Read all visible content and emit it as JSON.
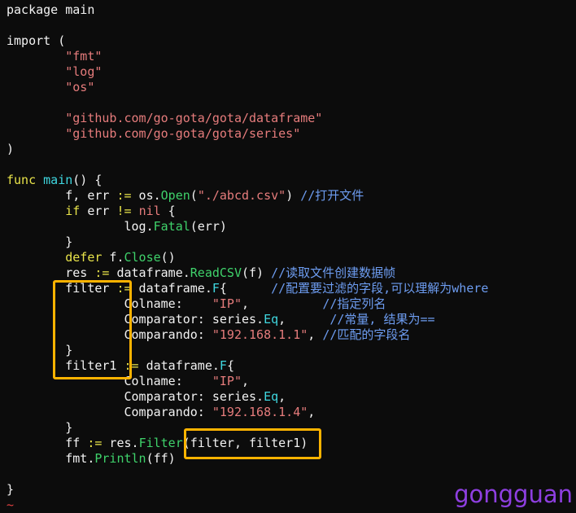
{
  "code_lines": [
    [
      [
        "p",
        "package main"
      ]
    ],
    [],
    [
      [
        "p",
        "import ("
      ]
    ],
    [
      [
        "p",
        "\t"
      ],
      [
        "s",
        "\"fmt\""
      ]
    ],
    [
      [
        "p",
        "\t"
      ],
      [
        "s",
        "\"log\""
      ]
    ],
    [
      [
        "p",
        "\t"
      ],
      [
        "s",
        "\"os\""
      ]
    ],
    [],
    [
      [
        "p",
        "\t"
      ],
      [
        "s",
        "\"github.com/go-gota/gota/dataframe\""
      ]
    ],
    [
      [
        "p",
        "\t"
      ],
      [
        "s",
        "\"github.com/go-gota/gota/series\""
      ]
    ],
    [
      [
        "p",
        ")"
      ]
    ],
    [],
    [
      [
        "k",
        "func "
      ],
      [
        "f",
        "main"
      ],
      [
        "p",
        "() {"
      ]
    ],
    [
      [
        "p",
        "\tf, err "
      ],
      [
        "o",
        ":="
      ],
      [
        "p",
        " os."
      ],
      [
        "m",
        "Open"
      ],
      [
        "p",
        "("
      ],
      [
        "s",
        "\"./abcd.csv\""
      ],
      [
        "p",
        ") "
      ],
      [
        "c",
        "//打开文件"
      ]
    ],
    [
      [
        "p",
        "\t"
      ],
      [
        "k",
        "if"
      ],
      [
        "p",
        " err "
      ],
      [
        "o",
        "!="
      ],
      [
        "p",
        " "
      ],
      [
        "n",
        "nil"
      ],
      [
        "p",
        " {"
      ]
    ],
    [
      [
        "p",
        "\t\tlog."
      ],
      [
        "m",
        "Fatal"
      ],
      [
        "p",
        "(err)"
      ]
    ],
    [
      [
        "p",
        "\t}"
      ]
    ],
    [
      [
        "p",
        "\t"
      ],
      [
        "k",
        "defer"
      ],
      [
        "p",
        " f."
      ],
      [
        "m",
        "Close"
      ],
      [
        "p",
        "()"
      ]
    ],
    [
      [
        "p",
        "\tres "
      ],
      [
        "o",
        ":="
      ],
      [
        "p",
        " dataframe."
      ],
      [
        "m",
        "ReadCSV"
      ],
      [
        "p",
        "(f) "
      ],
      [
        "c",
        "//读取文件创建数据帧"
      ]
    ],
    [
      [
        "p",
        "\tfilter "
      ],
      [
        "o",
        ":="
      ],
      [
        "p",
        " dataframe."
      ],
      [
        "f",
        "F"
      ],
      [
        "p",
        "{      "
      ],
      [
        "c",
        "//配置要过滤的字段,可以理解为where"
      ]
    ],
    [
      [
        "p",
        "\t\tColname:    "
      ],
      [
        "s",
        "\"IP\""
      ],
      [
        "p",
        ",          "
      ],
      [
        "c",
        "//指定列名"
      ]
    ],
    [
      [
        "p",
        "\t\tComparator: series."
      ],
      [
        "f",
        "Eq"
      ],
      [
        "p",
        ",      "
      ],
      [
        "c",
        "//常量, 结果为=="
      ]
    ],
    [
      [
        "p",
        "\t\tComparando: "
      ],
      [
        "s",
        "\"192.168.1.1\""
      ],
      [
        "p",
        ", "
      ],
      [
        "c",
        "//匹配的字段名"
      ]
    ],
    [
      [
        "p",
        "\t}"
      ]
    ],
    [
      [
        "p",
        "\tfilter1 "
      ],
      [
        "o",
        ":="
      ],
      [
        "p",
        " dataframe."
      ],
      [
        "f",
        "F"
      ],
      [
        "p",
        "{"
      ]
    ],
    [
      [
        "p",
        "\t\tColname:    "
      ],
      [
        "s",
        "\"IP\""
      ],
      [
        "p",
        ","
      ]
    ],
    [
      [
        "p",
        "\t\tComparator: series."
      ],
      [
        "f",
        "Eq"
      ],
      [
        "p",
        ","
      ]
    ],
    [
      [
        "p",
        "\t\tComparando: "
      ],
      [
        "s",
        "\"192.168.1.4\""
      ],
      [
        "p",
        ","
      ]
    ],
    [
      [
        "p",
        "\t}"
      ]
    ],
    [
      [
        "p",
        "\tff "
      ],
      [
        "o",
        ":="
      ],
      [
        "p",
        " res."
      ],
      [
        "m",
        "Filter"
      ],
      [
        "p",
        "(filter, filter1)"
      ]
    ],
    [
      [
        "p",
        "\tfmt."
      ],
      [
        "m",
        "Println"
      ],
      [
        "p",
        "(ff)"
      ]
    ],
    [],
    [
      [
        "p",
        "}"
      ]
    ],
    [
      [
        "t",
        "~"
      ]
    ]
  ],
  "watermark": "gongguan",
  "colors": {
    "highlight_box": "#ffb300",
    "watermark": "#8e3fe0"
  }
}
